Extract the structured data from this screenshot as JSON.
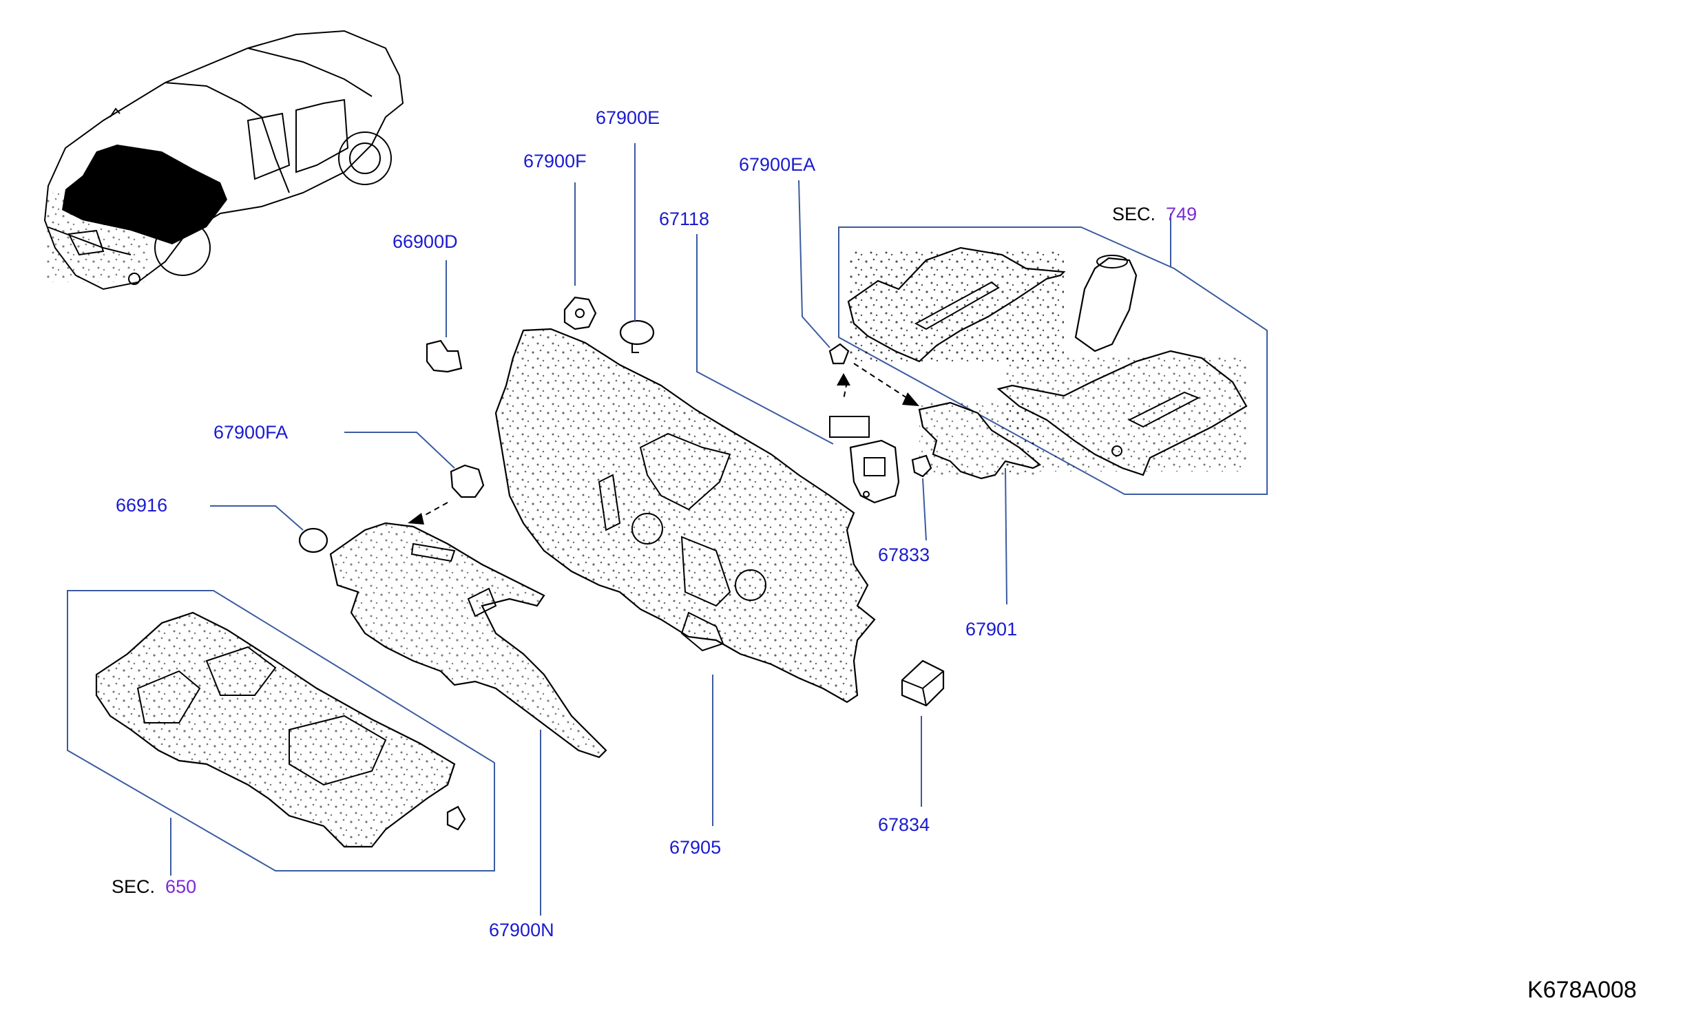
{
  "diagram": {
    "part_labels": {
      "p67900E": "67900E",
      "p67900F": "67900F",
      "p67900EA": "67900EA",
      "p67118": "67118",
      "p66900D": "66900D",
      "p67900FA": "67900FA",
      "p66916": "66916",
      "p67833": "67833",
      "p67901": "67901",
      "p67834": "67834",
      "p67905": "67905",
      "p67900N": "67900N"
    },
    "sections": {
      "sec749": {
        "prefix": "SEC.",
        "number": "749"
      },
      "sec650": {
        "prefix": "SEC.",
        "number": "650"
      }
    },
    "figure_code": "K678A008",
    "colors": {
      "part_label": "#1a1ad0",
      "section_number": "#7a2ad6",
      "leader_line": "#3a5aa0",
      "ink": "#000000"
    }
  }
}
